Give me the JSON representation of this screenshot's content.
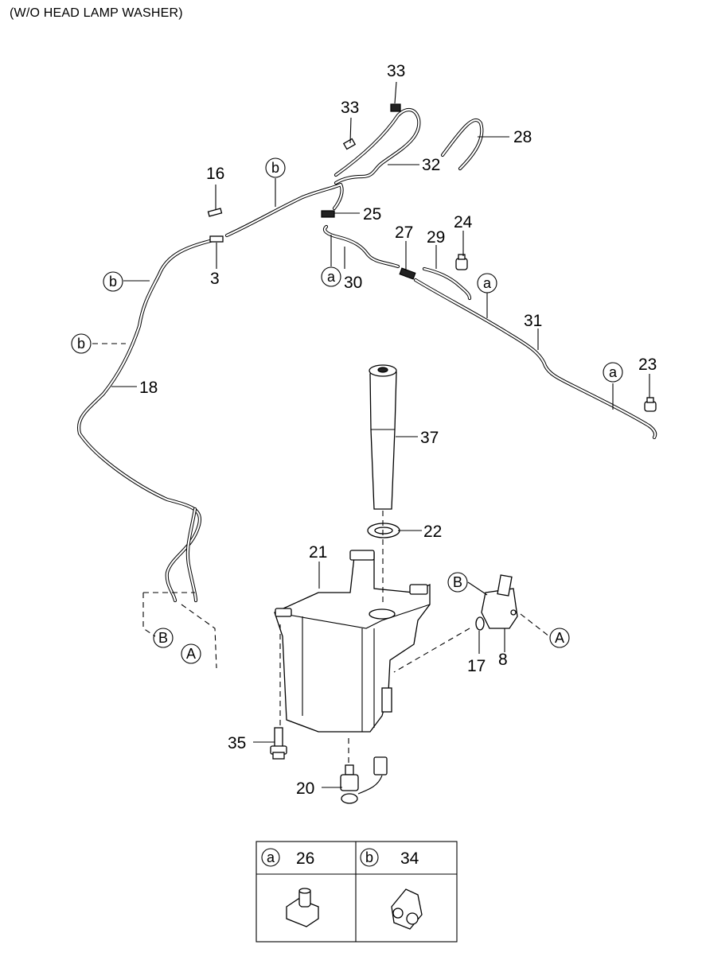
{
  "header": "(W/O HEAD LAMP WASHER)",
  "labels": {
    "p33a": "33",
    "p33b": "33",
    "p28": "28",
    "p32": "32",
    "p16": "16",
    "pb1": "b",
    "p25": "25",
    "p27": "27",
    "p29": "29",
    "p24": "24",
    "p3": "3",
    "pb2": "b",
    "pa1": "a",
    "p30": "30",
    "pa2": "a",
    "p31": "31",
    "pb3": "b",
    "p18": "18",
    "p23": "23",
    "pa3": "a",
    "p37": "37",
    "p22": "22",
    "p21": "21",
    "pB1": "B",
    "pB2": "B",
    "pA1": "A",
    "pA2": "A",
    "p17": "17",
    "p8": "8",
    "p35": "35",
    "p20": "20"
  },
  "legend": [
    {
      "letter": "a",
      "part": "26"
    },
    {
      "letter": "b",
      "part": "34"
    }
  ]
}
